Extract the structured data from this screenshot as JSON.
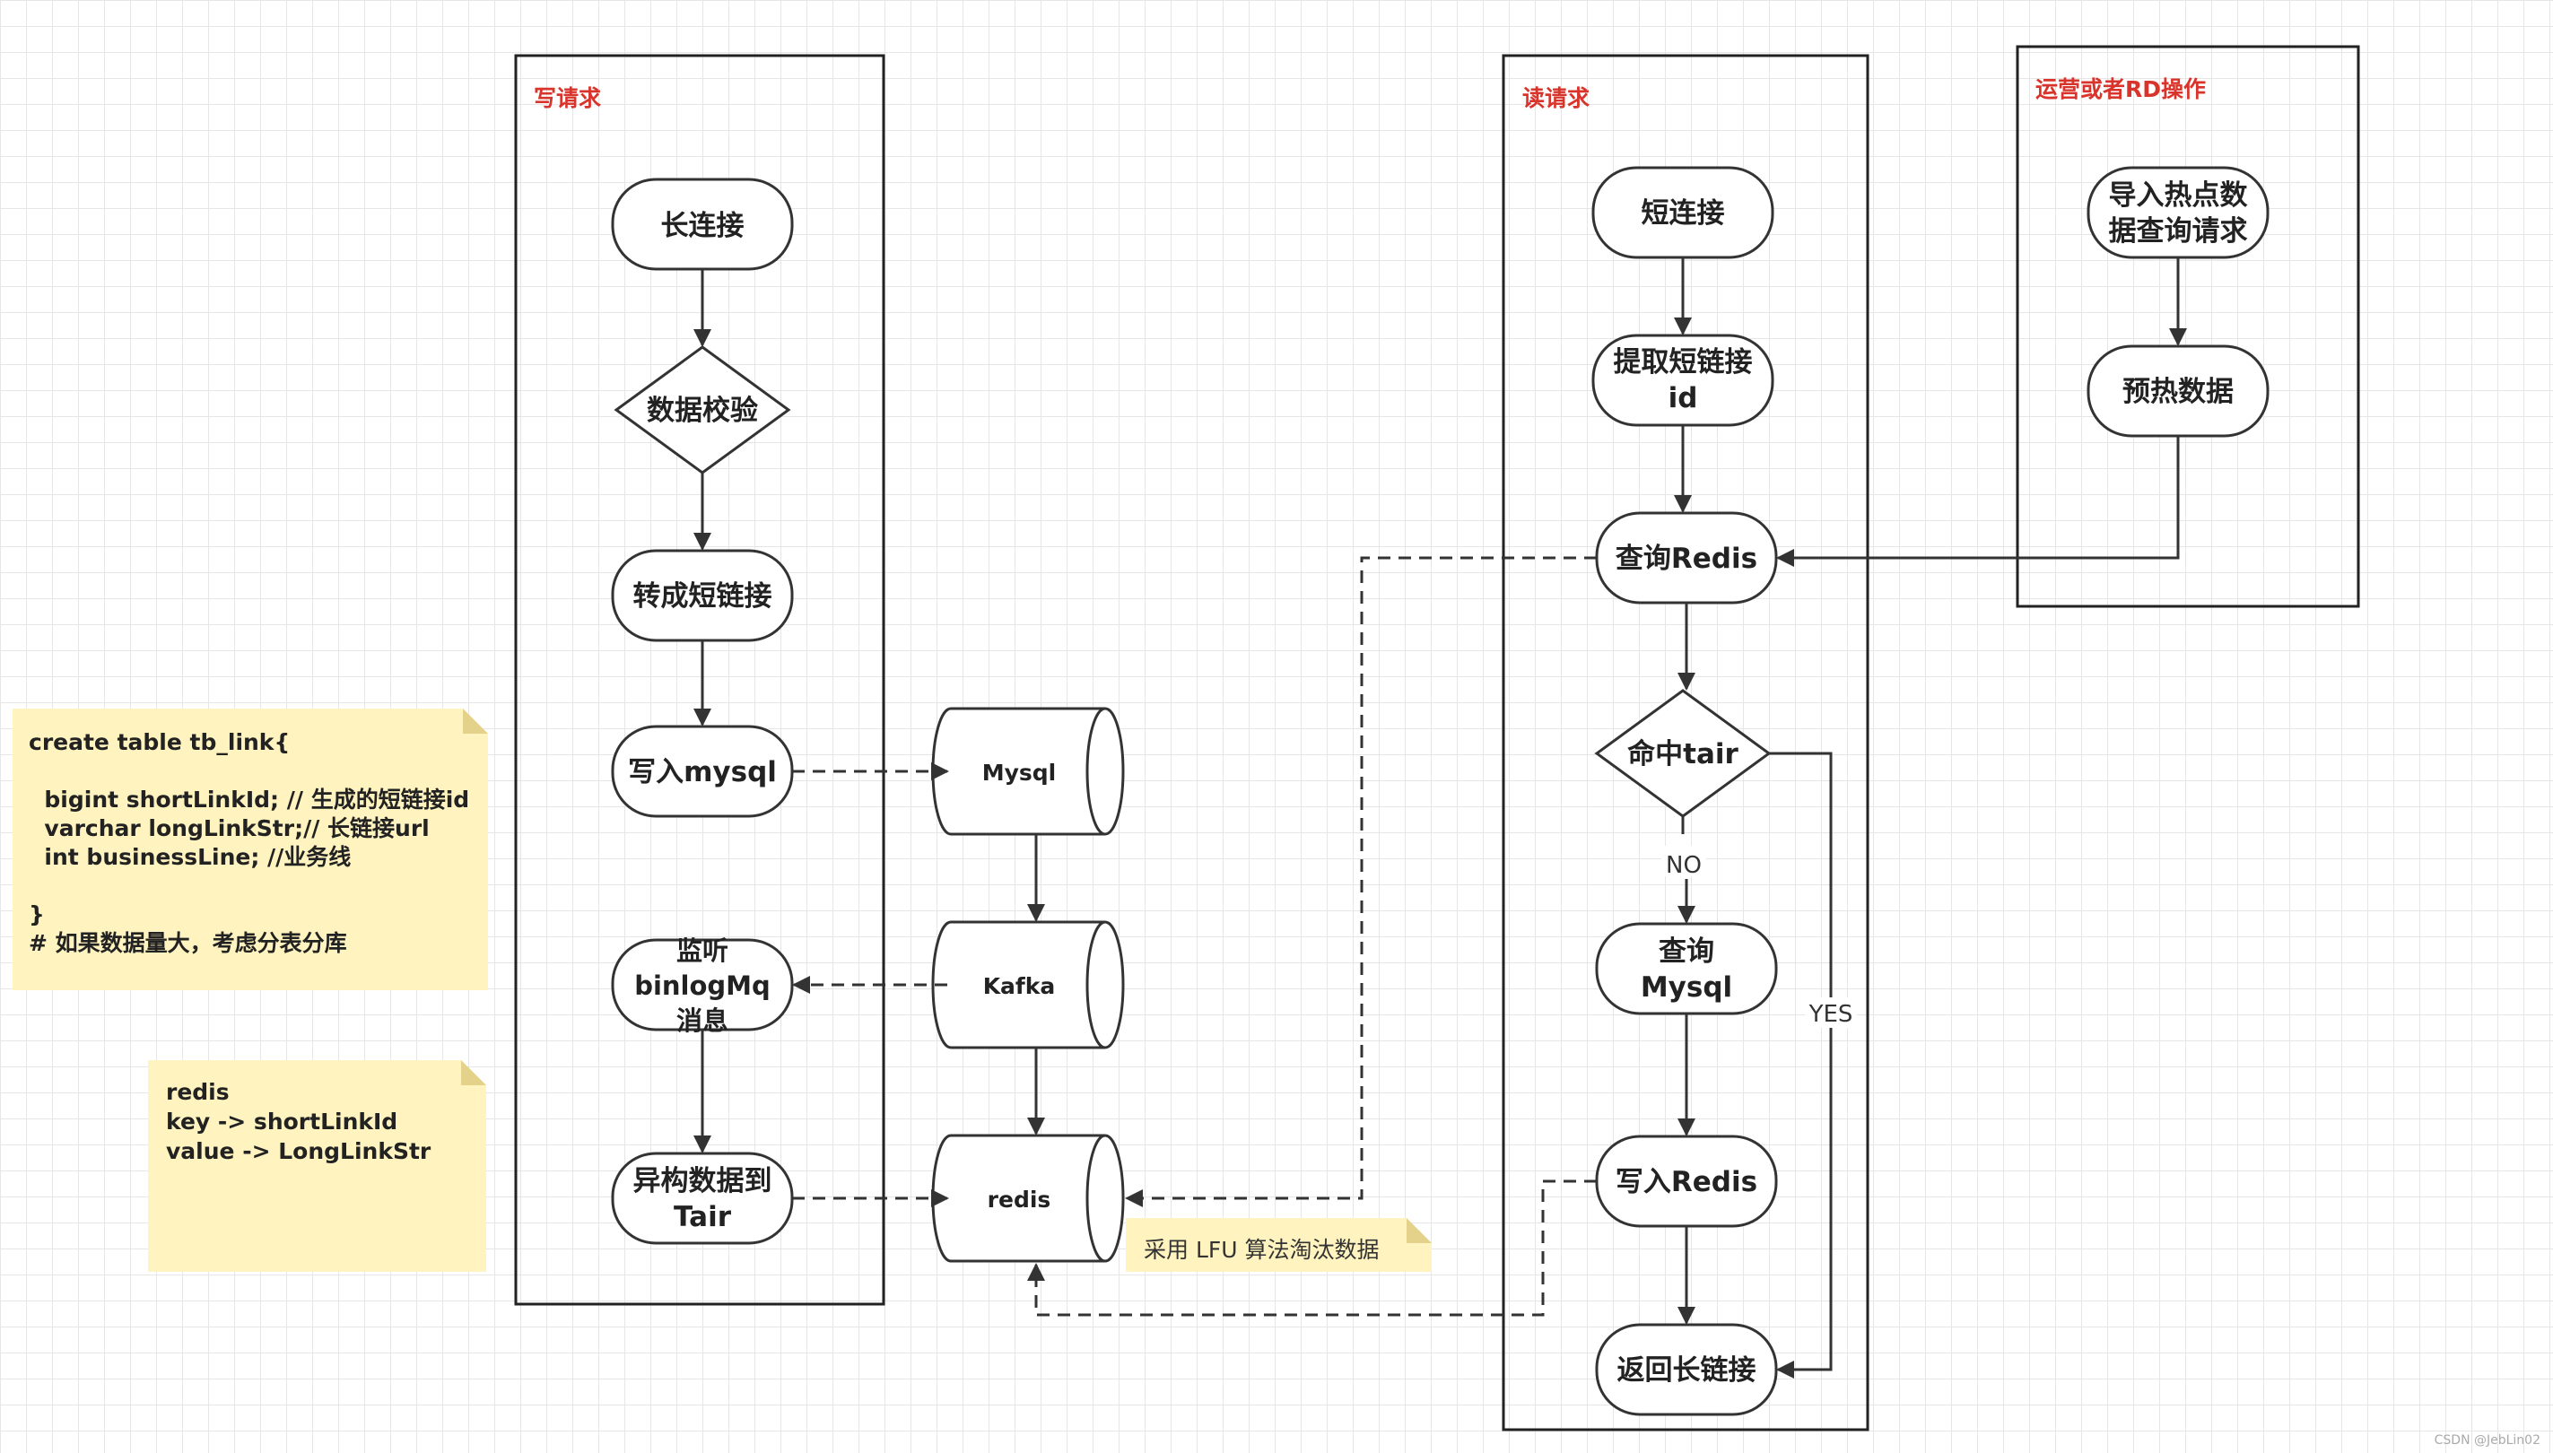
{
  "panels": {
    "write": "写请求",
    "read": "读请求",
    "ops": "运营或者RD操作"
  },
  "write_flow": {
    "long_link": "长连接",
    "validate": "数据校验",
    "convert": "转成短链接",
    "write_mysql": "写入mysql",
    "listen_line1": "监听",
    "listen_line2": "binlogMq",
    "listen_line3": "消息",
    "hetero_line1": "异构数据到",
    "hetero_line2": "Tair"
  },
  "storage": {
    "mysql": "Mysql",
    "kafka": "Kafka",
    "redis": "redis"
  },
  "read_flow": {
    "short_link": "短连接",
    "extract_line1": "提取短链接",
    "extract_line2": "id",
    "query_redis": "查询Redis",
    "hit_tair": "命中tair",
    "no_label": "NO",
    "yes_label": "YES",
    "query_mysql_line1": "查询",
    "query_mysql_line2": "Mysql",
    "write_redis": "写入Redis",
    "return_long": "返回长链接"
  },
  "ops_flow": {
    "import_line1": "导入热点数",
    "import_line2": "据查询请求",
    "preheat": "预热数据"
  },
  "notes": {
    "schema": [
      "create table tb_link{",
      "",
      "  bigint shortLinkId; // 生成的短链接id",
      "  varchar longLinkStr;// 长链接url",
      "  int businessLine; //业务线",
      "",
      "}",
      "# 如果数据量大，考虑分表分库"
    ],
    "redis": [
      "redis",
      "key -> shortLinkId",
      "value -> LongLinkStr"
    ],
    "lfu": "采用 LFU 算法淘汰数据"
  },
  "watermark": "CSDN @JebLin02"
}
